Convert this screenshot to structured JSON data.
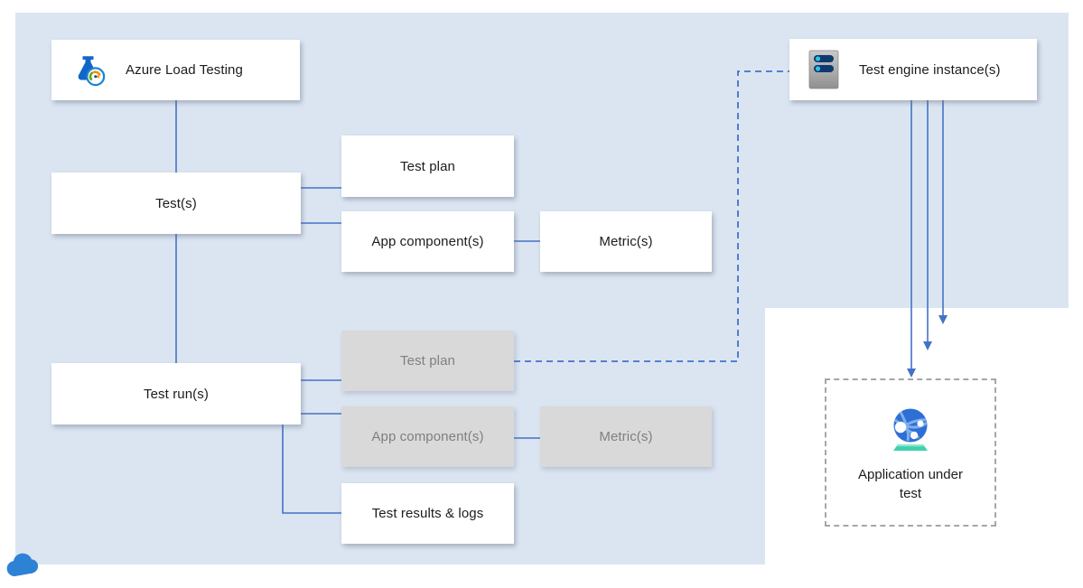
{
  "diagram": {
    "kind": "architecture-diagram",
    "colors": {
      "canvas_background": "#dbe5f2",
      "outside_background": "#ffffff",
      "connector_blue": "#4472c4",
      "box_white": "#ffffff",
      "box_gray": "#d9d9d9",
      "text_dark": "#1c1c1c",
      "text_gray": "#7f7f7f",
      "dashed_zone_border": "#a6a6a6",
      "cloud_blue": "#2e82d6"
    },
    "nodes": {
      "azure_load_testing": {
        "label": "Azure Load Testing",
        "icon": "load-testing-flask-gauge-icon",
        "style": "white"
      },
      "test_engine_instances": {
        "label": "Test engine instance(s)",
        "icon": "server-icon",
        "style": "white"
      },
      "tests": {
        "label": "Test(s)",
        "style": "white"
      },
      "test_plan": {
        "label": "Test plan",
        "style": "white"
      },
      "app_components": {
        "label": "App component(s)",
        "style": "white"
      },
      "metrics": {
        "label": "Metric(s)",
        "style": "white"
      },
      "test_runs": {
        "label": "Test run(s)",
        "style": "white"
      },
      "run_test_plan": {
        "label": "Test plan",
        "style": "gray"
      },
      "run_app_components": {
        "label": "App component(s)",
        "style": "gray"
      },
      "run_metrics": {
        "label": "Metric(s)",
        "style": "gray"
      },
      "test_results_logs": {
        "label": "Test results & logs",
        "style": "white"
      },
      "application_under_test": {
        "label": "Application under test",
        "icon": "globe-icon",
        "style": "dashed-zone"
      }
    },
    "edges": [
      {
        "from": "azure_load_testing",
        "to": "tests",
        "style": "solid"
      },
      {
        "from": "tests",
        "to": "test_runs",
        "style": "solid"
      },
      {
        "from": "tests",
        "to": "test_plan",
        "style": "solid"
      },
      {
        "from": "tests",
        "to": "app_components",
        "style": "solid"
      },
      {
        "from": "app_components",
        "to": "metrics",
        "style": "solid"
      },
      {
        "from": "test_runs",
        "to": "run_test_plan",
        "style": "solid"
      },
      {
        "from": "test_runs",
        "to": "run_app_components",
        "style": "solid"
      },
      {
        "from": "run_app_components",
        "to": "run_metrics",
        "style": "solid"
      },
      {
        "from": "test_runs",
        "to": "test_results_logs",
        "style": "solid"
      },
      {
        "from": "run_test_plan",
        "to": "test_engine_instances",
        "style": "dashed"
      },
      {
        "from": "test_engine_instances",
        "to": "application_under_test",
        "style": "solid-arrows",
        "count": 3
      }
    ],
    "decorations": {
      "corner_icon": "cloud-icon"
    }
  }
}
